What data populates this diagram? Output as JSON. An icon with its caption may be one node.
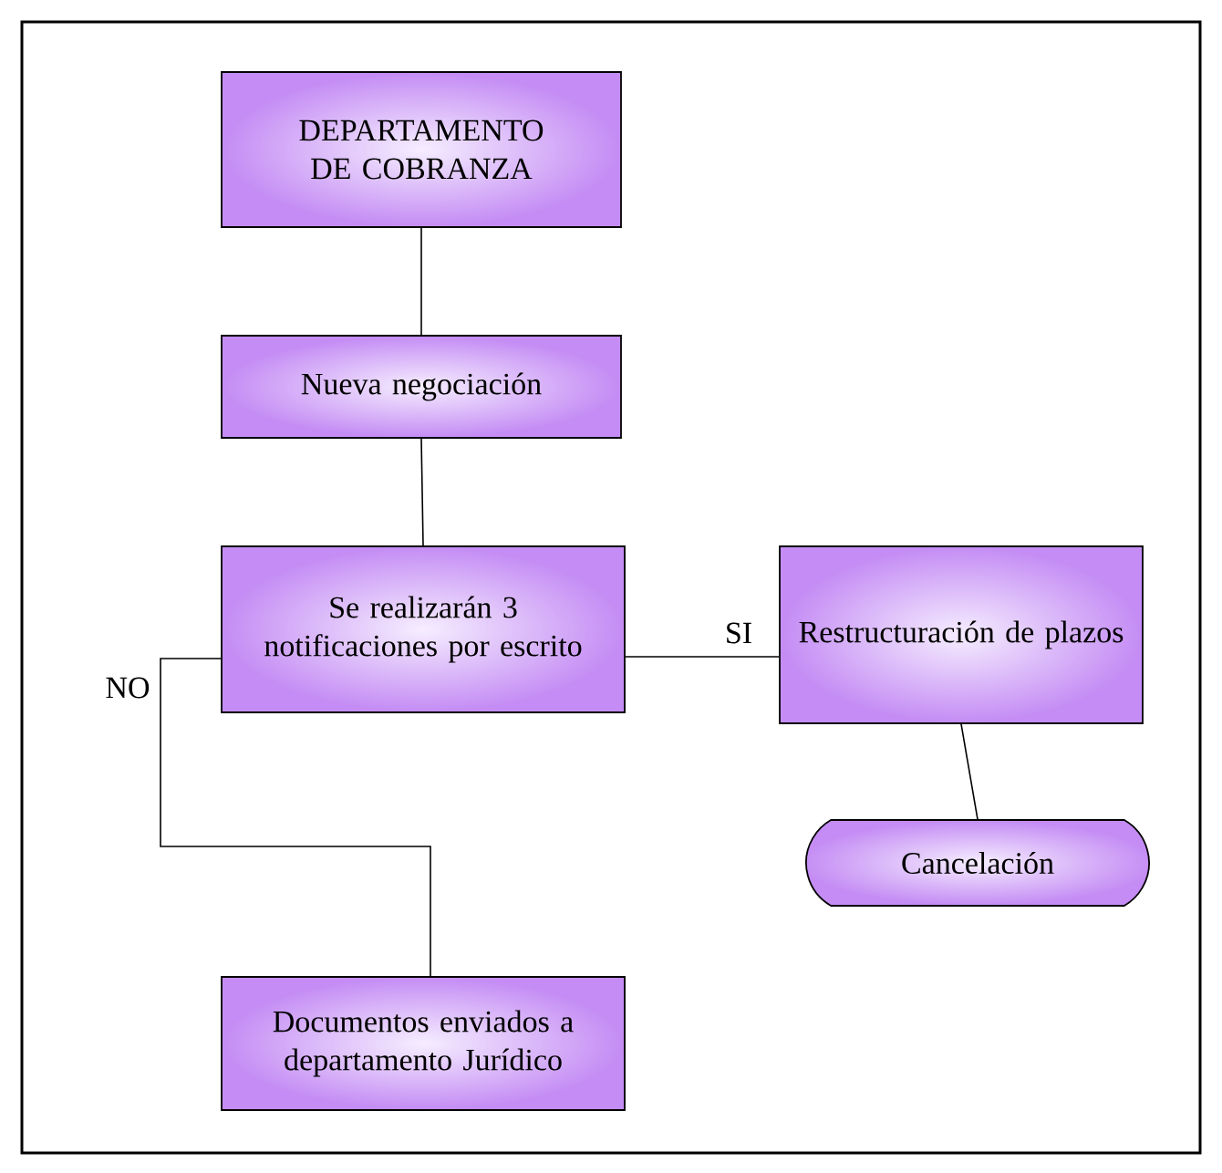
{
  "diagram": {
    "nodes": [
      {
        "text": [
          "DEPARTAMENTO DE COBRANZA"
        ]
      },
      {
        "text": [
          "Nueva negociación"
        ]
      },
      {
        "text": [
          "Se realizarán 3 notificaciones por escrito"
        ]
      },
      {
        "text": [
          "Restructuración de plazos"
        ]
      },
      {
        "text": [
          "Cancelación"
        ]
      },
      {
        "text": [
          "Documentos enviados a departamento Jurídico"
        ]
      }
    ],
    "edges": [
      {
        "from": 0,
        "to": 1,
        "arrow": "none"
      },
      {
        "from": 1,
        "to": 2,
        "arrow": "none"
      },
      {
        "from": 2,
        "to": 3,
        "arrow": "none",
        "label": "SI"
      },
      {
        "from": 3,
        "to": 4,
        "arrow": "none"
      },
      {
        "from": 2,
        "to": 5,
        "arrow": "none",
        "label": "NO"
      }
    ]
  }
}
